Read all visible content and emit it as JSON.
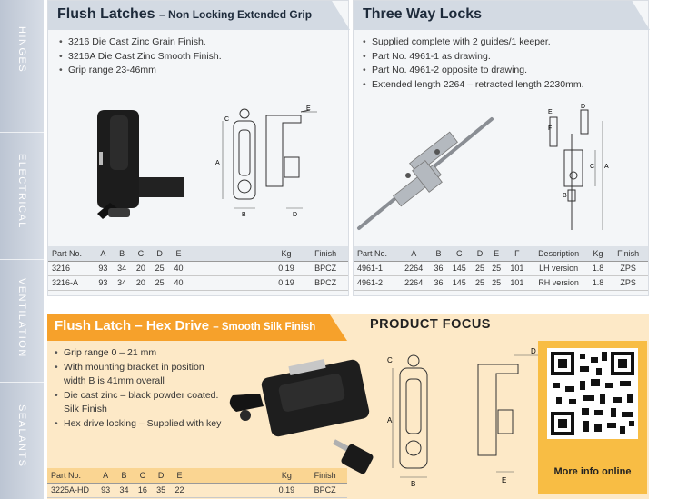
{
  "sidebar": {
    "tabs": [
      "HINGES",
      "ELECTRICAL",
      "VENTILATION",
      "SEALANTS"
    ]
  },
  "flush_latches": {
    "title": "Flush Latches",
    "subtitle": "– Non Locking Extended Grip",
    "bullets": [
      "3216 Die Cast Zinc Grain Finish.",
      "3216A Die Cast Zinc Smooth Finish.",
      "Grip range 23-46mm"
    ],
    "table": {
      "headers": [
        "Part No.",
        "A",
        "B",
        "C",
        "D",
        "E",
        "",
        "Kg",
        "Finish"
      ],
      "rows": [
        [
          "3216",
          "93",
          "34",
          "20",
          "25",
          "40",
          "",
          "0.19",
          "BPCZ"
        ],
        [
          "3216-A",
          "93",
          "34",
          "20",
          "25",
          "40",
          "",
          "0.19",
          "BPCZ"
        ]
      ]
    },
    "drawing_labels": {
      "a": "A",
      "b": "B",
      "c": "C",
      "d": "D",
      "e": "E"
    }
  },
  "three_way": {
    "title": "Three Way Locks",
    "bullets": [
      "Supplied complete with 2 guides/1 keeper.",
      "Part No. 4961-1 as drawing.",
      "Part No. 4961-2 opposite to drawing.",
      "Extended length 2264 – retracted length 2230mm."
    ],
    "table": {
      "headers": [
        "Part No.",
        "A",
        "B",
        "C",
        "D",
        "E",
        "F",
        "Description",
        "Kg",
        "Finish"
      ],
      "rows": [
        [
          "4961-1",
          "2264",
          "36",
          "145",
          "25",
          "25",
          "101",
          "LH version",
          "1.8",
          "ZPS"
        ],
        [
          "4961-2",
          "2264",
          "36",
          "145",
          "25",
          "25",
          "101",
          "RH version",
          "1.8",
          "ZPS"
        ]
      ]
    },
    "drawing_labels": {
      "a": "A",
      "b": "B",
      "c": "C",
      "d": "D",
      "e": "E",
      "f": "F"
    }
  },
  "hex_drive": {
    "title": "Flush Latch – Hex Drive",
    "subtitle": "– Smooth Silk Finish",
    "banner": "PRODUCT FOCUS",
    "bullets": [
      "Grip range 0 – 21 mm",
      "With mounting bracket in position width B is 41mm overall",
      "Die cast zinc – black powder coated. Silk Finish",
      "Hex drive locking – Supplied with key"
    ],
    "table": {
      "headers": [
        "Part No.",
        "A",
        "B",
        "C",
        "D",
        "E",
        "",
        "Kg",
        "Finish"
      ],
      "rows": [
        [
          "3225A-HD",
          "93",
          "34",
          "16",
          "35",
          "22",
          "",
          "0.19",
          "BPCZ"
        ]
      ]
    },
    "drawing_labels": {
      "a": "A",
      "b": "B",
      "c": "C",
      "d": "D",
      "e": "E"
    },
    "qr_caption": "More info online"
  },
  "colors": {
    "accent_orange": "#f6a12b",
    "panel_bg": "#f4f6f8",
    "focus_bg": "#fde9c7",
    "qr_bg": "#f8bd44",
    "tab_bg": "#c7cfdb"
  }
}
